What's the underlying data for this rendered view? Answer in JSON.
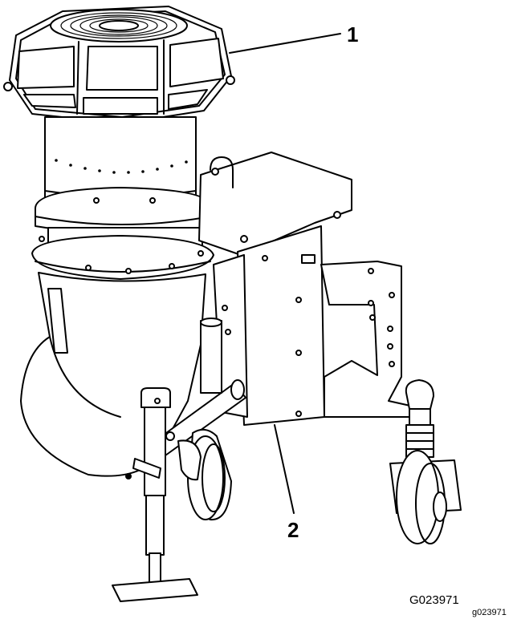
{
  "callouts": [
    {
      "id": "1",
      "label": "1"
    },
    {
      "id": "2",
      "label": "2"
    }
  ],
  "figure_code": "G023971",
  "file_code": "g023971"
}
